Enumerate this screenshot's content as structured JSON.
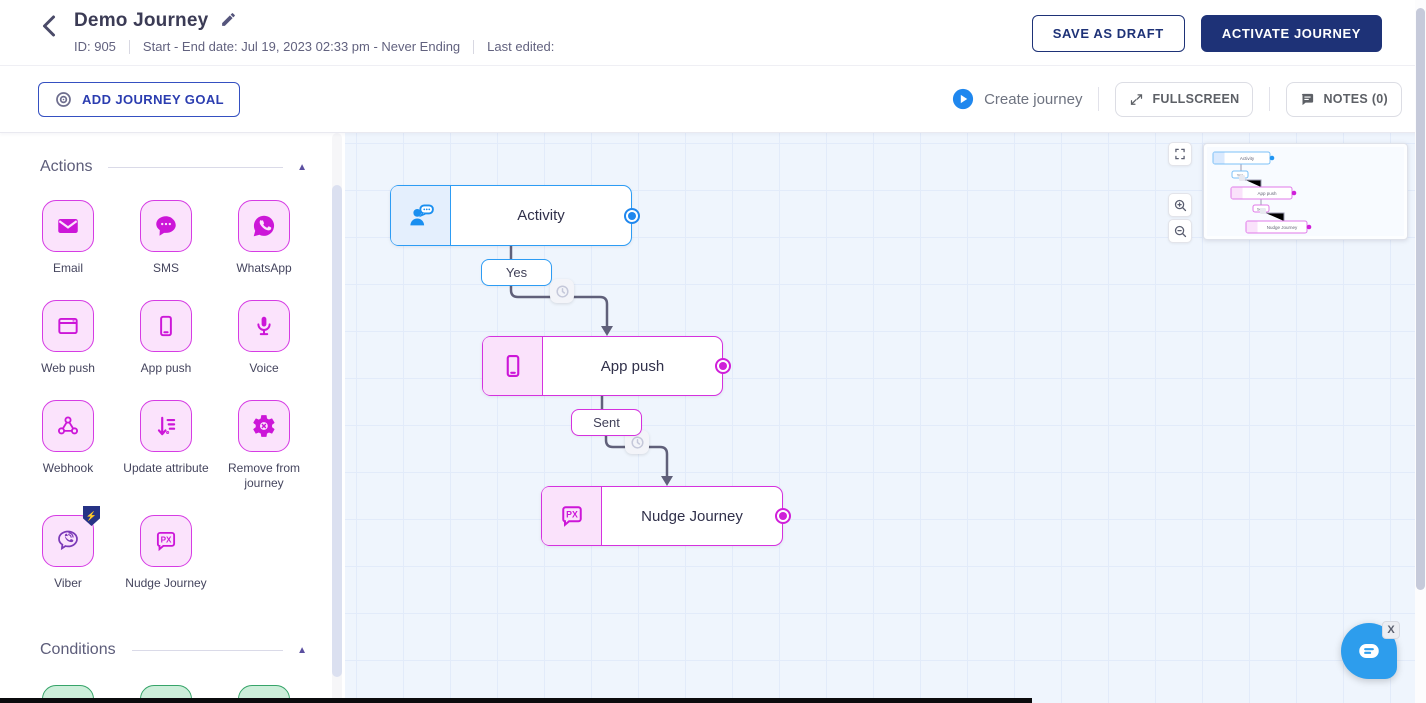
{
  "header": {
    "title": "Demo Journey",
    "id_label": "ID: 905",
    "dates_label": "Start - End date: Jul 19, 2023 02:33 pm - Never Ending",
    "last_edited_label": "Last edited:",
    "save_draft_label": "SAVE AS DRAFT",
    "activate_label": "ACTIVATE JOURNEY"
  },
  "toolbar": {
    "add_goal_label": "ADD JOURNEY GOAL",
    "create_journey_label": "Create journey",
    "fullscreen_label": "FULLSCREEN",
    "notes_label": "NOTES (0)"
  },
  "sidebar": {
    "actions_title": "Actions",
    "conditions_title": "Conditions",
    "collapse_icon": "▲",
    "badge_icon": "⚡",
    "actions": [
      {
        "label": "Email"
      },
      {
        "label": "SMS"
      },
      {
        "label": "WhatsApp"
      },
      {
        "label": "Web push"
      },
      {
        "label": "App push"
      },
      {
        "label": "Voice"
      },
      {
        "label": "Webhook"
      },
      {
        "label": "Update attribute"
      },
      {
        "label": "Remove from journey"
      },
      {
        "label": "Viber"
      },
      {
        "label": "Nudge Journey"
      }
    ]
  },
  "canvas": {
    "nodes": [
      {
        "title": "Activity",
        "color": "#2d9cf4"
      },
      {
        "title": "App push",
        "color": "#d531df"
      },
      {
        "title": "Nudge Journey",
        "color": "#d531df"
      }
    ],
    "edge_labels": {
      "yes": "Yes",
      "sent": "Sent"
    }
  },
  "chat": {
    "close_label": "X"
  },
  "colors": {
    "primary_navy": "#1e3277",
    "action_magenta": "#cc16d8",
    "condition_green": "#36a469",
    "node_blue": "#2d9cf4",
    "link_blue": "#2196f3",
    "canvas_bg": "#eff5fd"
  }
}
